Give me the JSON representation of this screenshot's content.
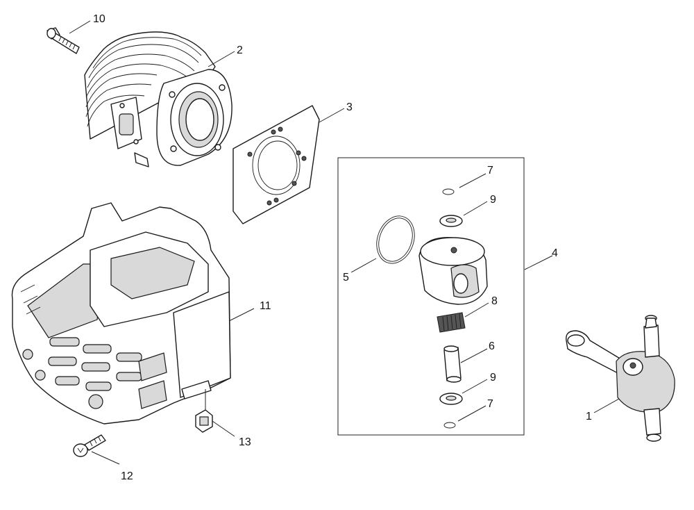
{
  "labels": {
    "p1": "1",
    "p2": "2",
    "p3": "3",
    "p4": "4",
    "p5": "5",
    "p6": "6",
    "p7a": "7",
    "p7b": "7",
    "p8": "8",
    "p9a": "9",
    "p9b": "9",
    "p10": "10",
    "p11": "11",
    "p12": "12",
    "p13": "13"
  }
}
